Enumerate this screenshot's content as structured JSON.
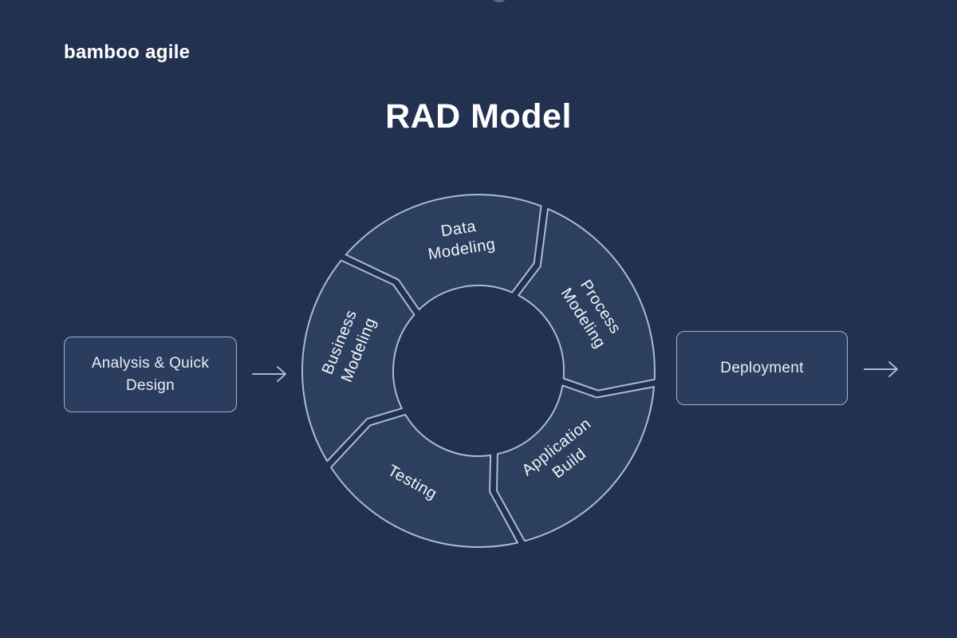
{
  "logo": {
    "part1": "bamboo",
    "part2": "agile",
    "part1_color": "#ffffff",
    "part2_color": "#41a7e8"
  },
  "title": "RAD Model",
  "flow": {
    "left_box": {
      "label": "Analysis & Quick Design"
    },
    "right_box": {
      "label": "Deployment"
    }
  },
  "diagram": {
    "type": "cycle",
    "colors": {
      "background": "#223150",
      "segment_fill": "#2d3f5f",
      "segment_border": "#a7bcda",
      "label_text": "#f1f5fa",
      "arrow": "#a3b8d8",
      "box_fill": "#2b3d5f",
      "box_border": "#9cb2d6",
      "title_text": "#ffffff"
    },
    "segments": [
      {
        "label": "Data Modeling",
        "line1": "Data",
        "line2": "Modeling",
        "start": 310,
        "end": 382
      },
      {
        "label": "Process Modeling",
        "line1": "Process",
        "line2": "Modeling",
        "start": 22,
        "end": 94
      },
      {
        "label": "Application Build",
        "line1": "Application",
        "line2": "Build",
        "start": 94,
        "end": 166
      },
      {
        "label": "Testing",
        "line1": "Testing",
        "line2": "",
        "start": 166,
        "end": 238
      },
      {
        "label": "Business Modeling",
        "line1": "Business",
        "line2": "Modeling",
        "start": 238,
        "end": 310
      }
    ]
  }
}
